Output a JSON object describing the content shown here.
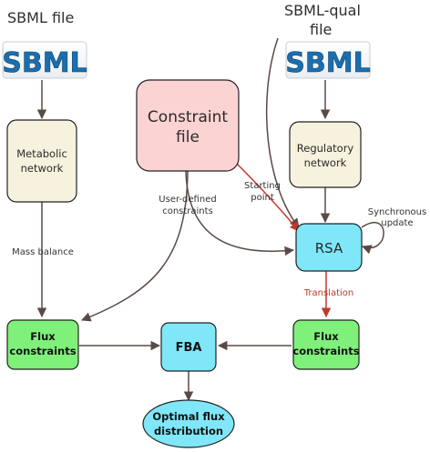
{
  "diagram": {
    "sbml_file_title": "SBML file",
    "sbml_qual_title_line1": "SBML-qual",
    "sbml_qual_title_line2": "file",
    "logo_text": "SBML",
    "constraint_file_line1": "Constraint",
    "constraint_file_line2": "file",
    "metabolic_line1": "Metabolic",
    "metabolic_line2": "network",
    "regulatory_line1": "Regulatory",
    "regulatory_line2": "network",
    "rsa": "RSA",
    "fba": "FBA",
    "flux_left_line1": "Flux",
    "flux_left_line2": "constraints",
    "flux_right_line1": "Flux",
    "flux_right_line2": "constraints",
    "optimal_line1": "Optimal flux",
    "optimal_line2": "distribution",
    "label_user_defined_line1": "User-defined",
    "label_user_defined_line2": "constraints",
    "label_starting_line1": "Starting",
    "label_starting_line2": "point",
    "label_synchronous_line1": "Synchronous",
    "label_synchronous_line2": "update",
    "label_mass_balance": "Mass balance",
    "label_translation": "Translation"
  },
  "colors": {
    "edge_dark": "#5a4a45",
    "edge_red": "#c0392b",
    "cream_fill": "#f6f2dd",
    "pink_fill": "#fbd3d3",
    "green_fill": "#7ff07a",
    "cyan_fill": "#7fe7f7",
    "logo_blue": "#1b6fb0"
  }
}
